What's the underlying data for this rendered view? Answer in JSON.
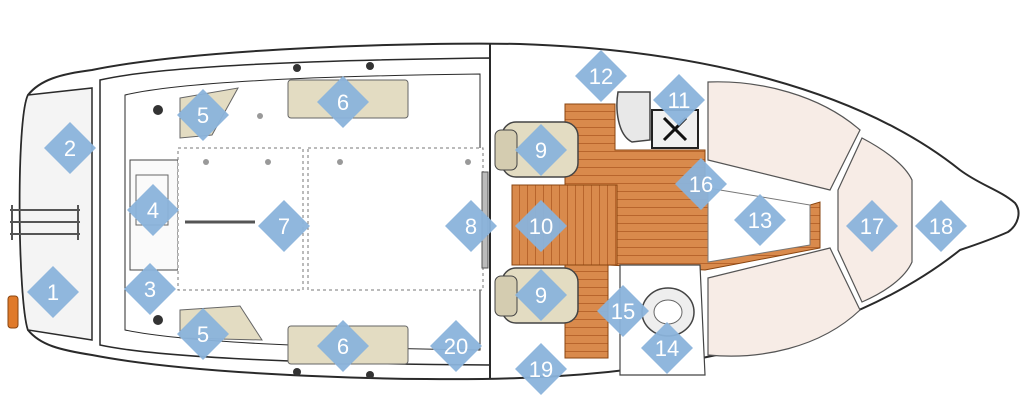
{
  "colors": {
    "badge": "#8ab3db",
    "badge_text": "#ffffff",
    "hull_outline": "#2a2a2a",
    "cushion_beige": "#e3dcc2",
    "cushion_pink": "#f7ece6",
    "teak_orange": "#d98a4c",
    "teak_line": "#b8652c"
  },
  "markers": [
    {
      "id": "marker-1",
      "label": "1"
    },
    {
      "id": "marker-2",
      "label": "2"
    },
    {
      "id": "marker-3",
      "label": "3"
    },
    {
      "id": "marker-4",
      "label": "4"
    },
    {
      "id": "marker-5a",
      "label": "5"
    },
    {
      "id": "marker-5b",
      "label": "5"
    },
    {
      "id": "marker-6a",
      "label": "6"
    },
    {
      "id": "marker-6b",
      "label": "6"
    },
    {
      "id": "marker-7",
      "label": "7"
    },
    {
      "id": "marker-8",
      "label": "8"
    },
    {
      "id": "marker-9a",
      "label": "9"
    },
    {
      "id": "marker-9b",
      "label": "9"
    },
    {
      "id": "marker-10",
      "label": "10"
    },
    {
      "id": "marker-11",
      "label": "11"
    },
    {
      "id": "marker-12",
      "label": "12"
    },
    {
      "id": "marker-13",
      "label": "13"
    },
    {
      "id": "marker-14",
      "label": "14"
    },
    {
      "id": "marker-15",
      "label": "15"
    },
    {
      "id": "marker-16",
      "label": "16"
    },
    {
      "id": "marker-17",
      "label": "17"
    },
    {
      "id": "marker-18",
      "label": "18"
    },
    {
      "id": "marker-19",
      "label": "19"
    },
    {
      "id": "marker-20",
      "label": "20"
    }
  ]
}
